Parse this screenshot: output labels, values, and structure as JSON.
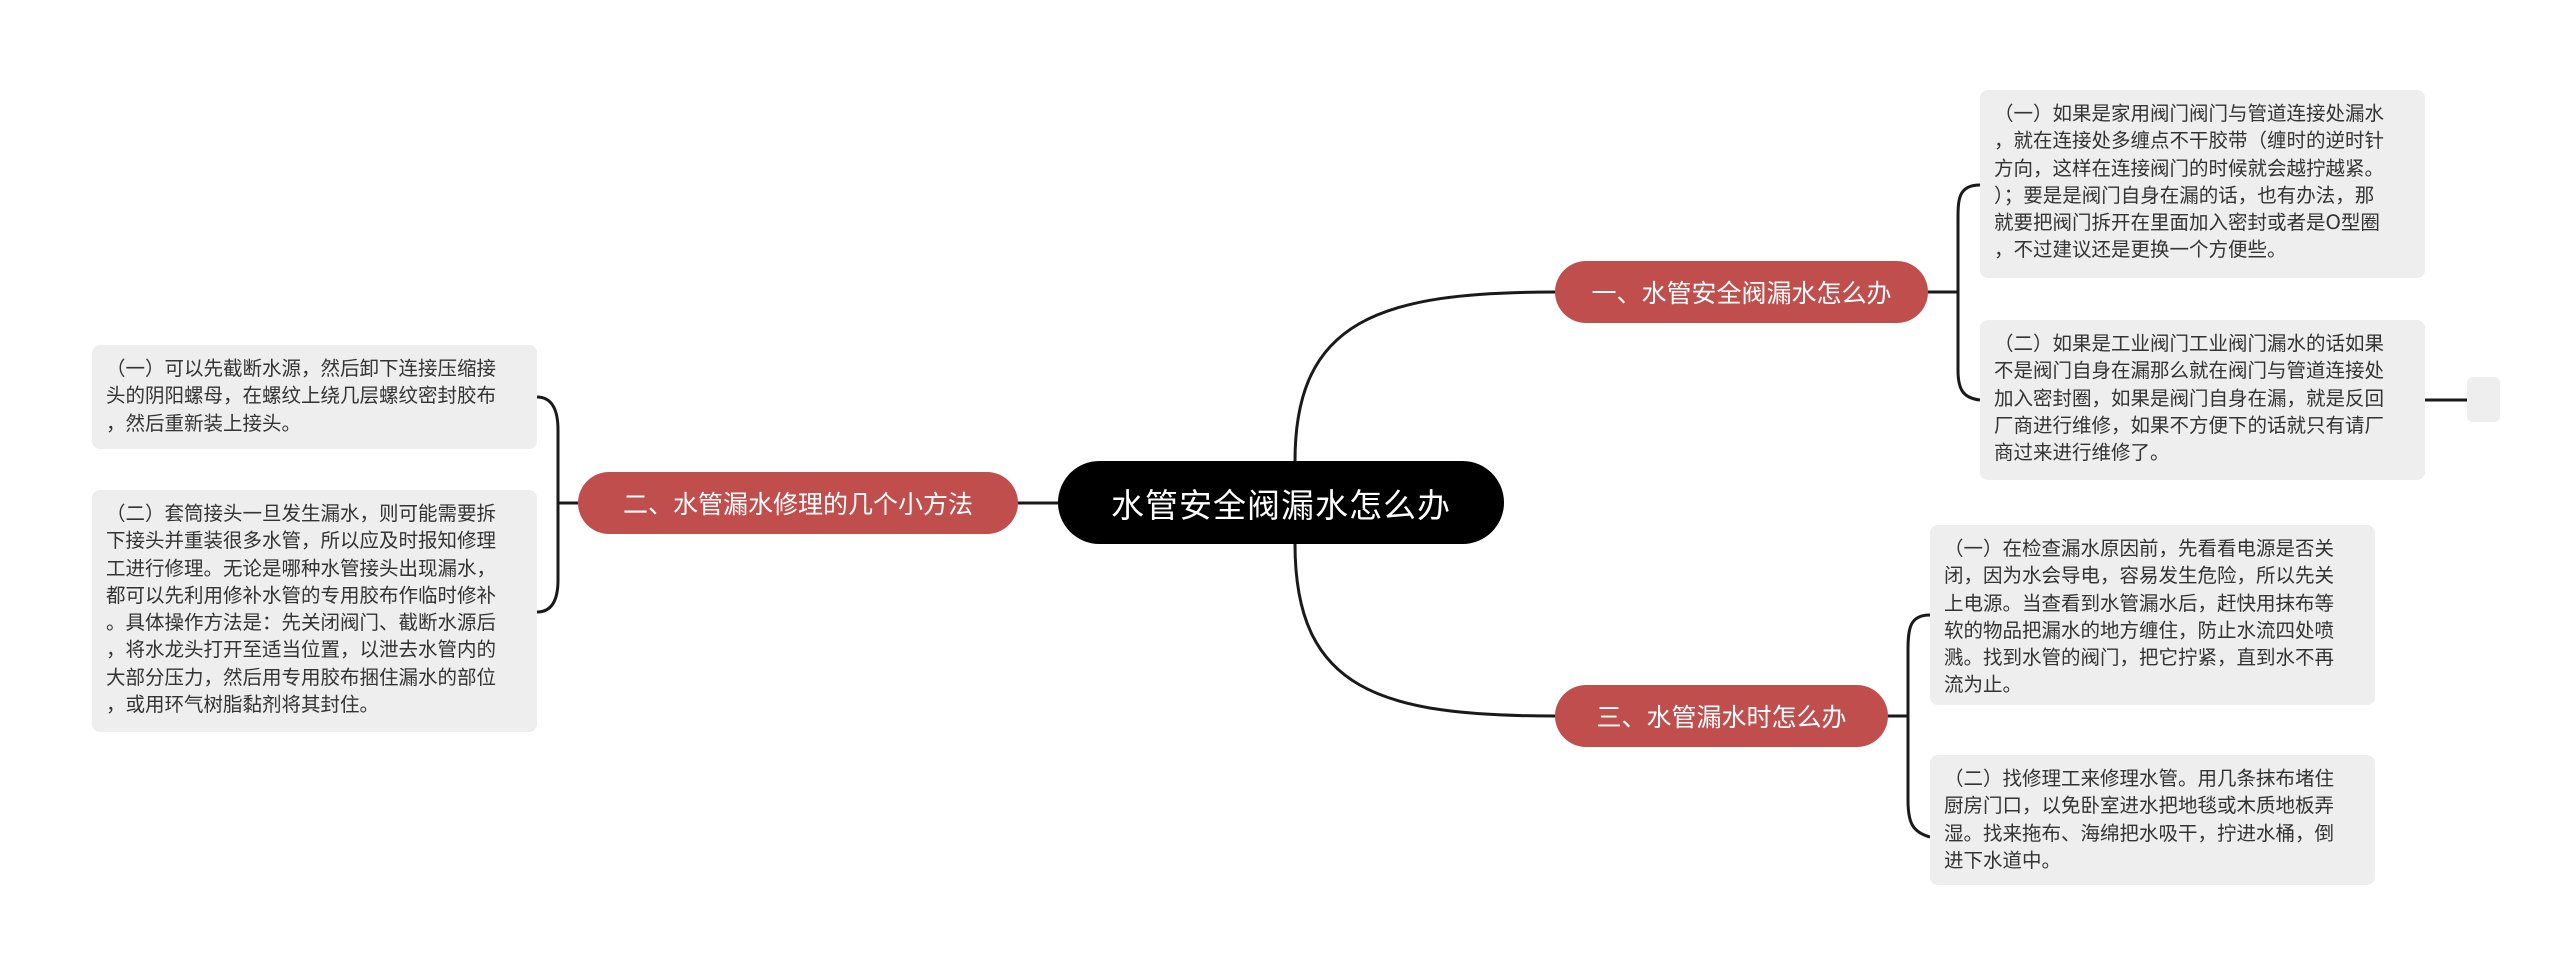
{
  "root": {
    "label": "水管安全阀漏水怎么办"
  },
  "branches": [
    {
      "label": "一、水管安全阀漏水怎么办",
      "leaves": [
        "（一）如果是家用阀门阀门与管道连接处漏水\n，就在连接处多缠点不干胶带（缠时的逆时针\n方向，这样在连接阀门的时候就会越拧越紧。\n）；要是是阀门自身在漏的话，也有办法，那\n就要把阀门拆开在里面加入密封或者是O型圈\n，不过建议还是更换一个方便些。",
        "（二）如果是工业阀门工业阀门漏水的话如果\n不是阀门自身在漏那么就在阀门与管道连接处\n加入密封圈，如果是阀门自身在漏，就是反回\n厂商进行维修，如果不方便下的话就只有请厂\n商过来进行维修了。"
      ]
    },
    {
      "label": "二、水管漏水修理的几个小方法",
      "leaves": [
        "（一）可以先截断水源，然后卸下连接压缩接\n头的阴阳螺母，在螺纹上绕几层螺纹密封胶布\n，然后重新装上接头。",
        "（二）套筒接头一旦发生漏水，则可能需要拆\n下接头并重装很多水管，所以应及时报知修理\n工进行修理。无论是哪种水管接头出现漏水，\n都可以先利用修补水管的专用胶布作临时修补\n。具体操作方法是：先关闭阀门、截断水源后\n，将水龙头打开至适当位置，以泄去水管内的\n大部分压力，然后用专用胶布捆住漏水的部位\n，或用环气树脂黏剂将其封住。"
      ]
    },
    {
      "label": "三、水管漏水时怎么办",
      "leaves": [
        "（一）在检查漏水原因前，先看看电源是否关\n闭，因为水会导电，容易发生危险，所以先关\n上电源。当查看到水管漏水后，赶快用抹布等\n软的物品把漏水的地方缠住，防止水流四处喷\n溅。找到水管的阀门，把它拧紧，直到水不再\n流为止。",
        "（二）找修理工来修理水管。用几条抹布堵住\n厨房门口，以免卧室进水把地毯或木质地板弄\n湿。找来拖布、海绵把水吸干，拧进水桶，倒\n进下水道中。"
      ]
    }
  ],
  "colors": {
    "root_bg": "#000000",
    "branch_bg": "#bf4e4d",
    "leaf_bg": "#eeeeee",
    "line": "#1a1a1a"
  }
}
